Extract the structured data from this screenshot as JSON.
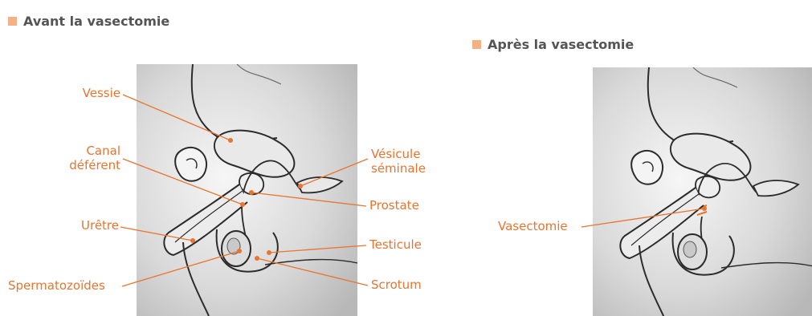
{
  "before": {
    "heading": "Avant la vasectomie",
    "labels": {
      "vessie": "Vessie",
      "canal_line1": "Canal",
      "canal_line2": "déférent",
      "uretre": "Urêtre",
      "spermatozoides": "Spermatozoïdes",
      "vesicule_line1": "Vésicule",
      "vesicule_line2": "séminale",
      "prostate": "Prostate",
      "testicule": "Testicule",
      "scrotum": "Scrotum"
    }
  },
  "after": {
    "heading": "Après la vasectomie",
    "labels": {
      "vasectomie": "Vasectomie"
    }
  },
  "colors": {
    "accent": "#e8742e",
    "heading_square": "#f4b183",
    "heading_text": "#555555"
  }
}
